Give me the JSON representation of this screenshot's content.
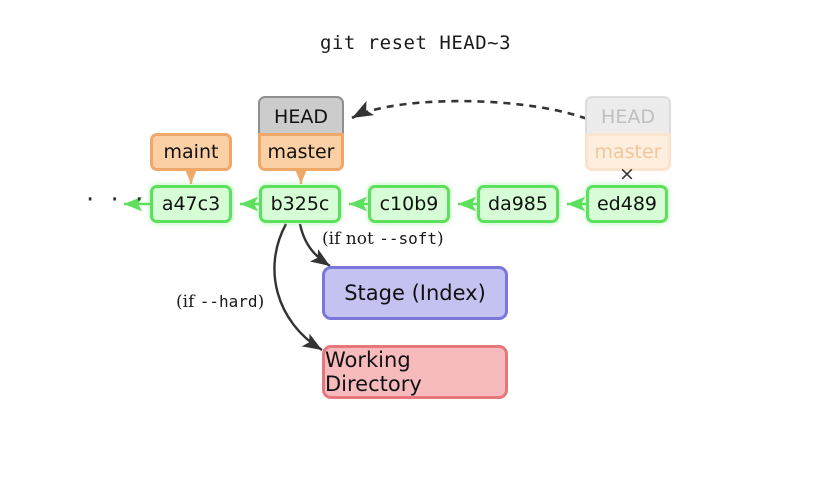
{
  "diagram": {
    "title": "git reset HEAD~3",
    "background": "#ffffff",
    "ellipsis": "· · ·",
    "x_mark": "×",
    "colors": {
      "commit_fill": "#d6fdd6",
      "commit_border": "#5de05d",
      "branch_fill": "#fbd0a4",
      "branch_border": "#f0a868",
      "head_fill": "#cccccc",
      "head_border": "#8f8f8f",
      "ghost_head_fill": "#ececec",
      "ghost_branch_fill": "#fdeedd",
      "stage_fill": "#c3c2f0",
      "stage_border": "#7a77d8",
      "workdir_fill": "#f8bbbd",
      "workdir_border": "#e8777c",
      "arrow_dark": "#333333",
      "arrow_green": "#5de05d",
      "arrow_orange": "#f0a868"
    }
  },
  "commits": [
    {
      "id": "a47c3",
      "label": "a47c3"
    },
    {
      "id": "b325c",
      "label": "b325c"
    },
    {
      "id": "c10b9",
      "label": "c10b9"
    },
    {
      "id": "da985",
      "label": "da985"
    },
    {
      "id": "ed489",
      "label": "ed489"
    }
  ],
  "refs": {
    "maint": "maint",
    "head_current": "HEAD",
    "master_current": "master",
    "head_ghost": "HEAD",
    "master_ghost": "master"
  },
  "areas": {
    "stage": "Stage (Index)",
    "working_directory": "Working Directory"
  },
  "annotations": {
    "not_soft_open": "(if not ",
    "not_soft_flag": "--soft",
    "not_soft_close": ")",
    "hard_open": "(if ",
    "hard_flag": "--hard",
    "hard_close": ")"
  }
}
